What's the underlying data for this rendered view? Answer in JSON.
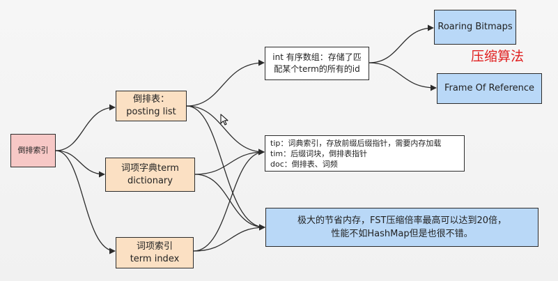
{
  "diagram": {
    "nodes": {
      "root": {
        "lines": [
          "倒排索引"
        ],
        "color": "#f7c8c6"
      },
      "posting": {
        "lines": [
          "倒排表：",
          "posting list"
        ],
        "color": "#fbe0c3"
      },
      "dict": {
        "lines": [
          "词项字典term",
          "dictionary"
        ],
        "color": "#fbe0c3"
      },
      "index": {
        "lines": [
          "词项索引",
          "term index"
        ],
        "color": "#fbe0c3"
      },
      "int_array": {
        "lines": [
          "int 有序数组：存储了匹",
          "配某个term的所有的id"
        ],
        "color": "#ffffff"
      },
      "tip": {
        "lines": [
          "tip：词典索引，存放前缀后缀指针，需要内存加载",
          "tim：后缀词块，倒排表指针",
          "doc：倒排表、词频"
        ],
        "color": "#ffffff"
      },
      "fst": {
        "lines": [
          "极大的节省内存，FST压缩倍率最高可以达到20倍，",
          "性能不如HashMap但是也很不错。"
        ],
        "color": "#b9d8f7"
      },
      "roaring": {
        "lines": [
          "Roaring Bitmaps"
        ],
        "color": "#b9d8f7"
      },
      "frame": {
        "lines": [
          "Frame Of Reference"
        ],
        "color": "#b9d8f7"
      }
    },
    "edges": [
      {
        "from": "root",
        "to": "posting"
      },
      {
        "from": "root",
        "to": "dict"
      },
      {
        "from": "root",
        "to": "index"
      },
      {
        "from": "posting",
        "to": "int_array"
      },
      {
        "from": "posting",
        "to": "tip"
      },
      {
        "from": "posting",
        "to": "fst"
      },
      {
        "from": "dict",
        "to": "tip"
      },
      {
        "from": "dict",
        "to": "fst"
      },
      {
        "from": "index",
        "to": "tip"
      },
      {
        "from": "index",
        "to": "fst"
      },
      {
        "from": "int_array",
        "to": "roaring"
      },
      {
        "from": "int_array",
        "to": "frame"
      }
    ],
    "compress_label": "压缩算法",
    "compress_color": "#e02020",
    "line_color": "#2b2b2b",
    "cursor_icon": "mouse-pointer-icon"
  }
}
